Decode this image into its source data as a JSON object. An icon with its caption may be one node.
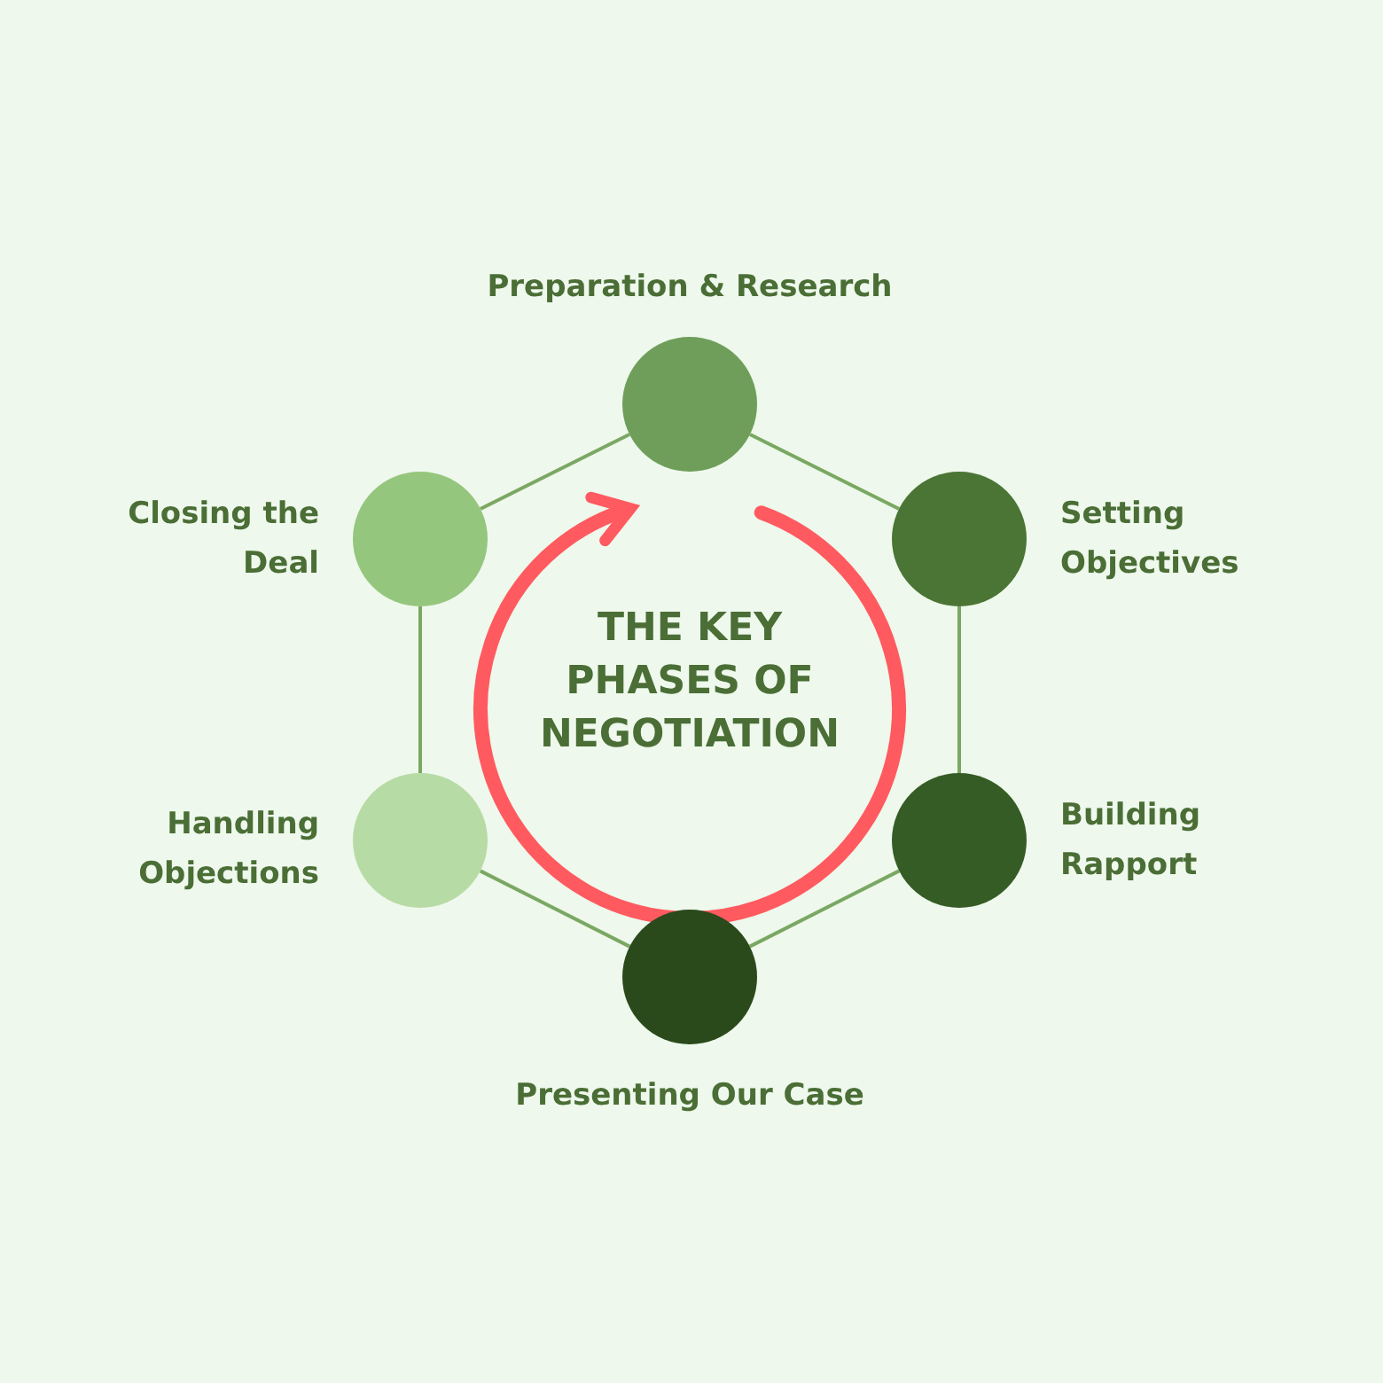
{
  "diagram": {
    "title": "THE KEY PHASES OF NEGOTIATION",
    "nodes": [
      {
        "text": [],
        "shape": "circle",
        "beside": [
          "Preparation & Research"
        ]
      },
      {
        "text": [],
        "shape": "circle",
        "beside": [
          "Setting Objectives"
        ]
      },
      {
        "text": [],
        "shape": "circle",
        "beside": [
          "Building Rapport"
        ]
      },
      {
        "text": [],
        "shape": "circle",
        "beside": [
          "Presenting Our Case"
        ]
      },
      {
        "text": [],
        "shape": "circle",
        "beside": [
          "Handling Objections"
        ]
      },
      {
        "text": [],
        "shape": "circle",
        "beside": [
          "Closing the Deal"
        ]
      }
    ],
    "edges": [
      {
        "from": 0,
        "to": 1,
        "arrow": "none"
      },
      {
        "from": 1,
        "to": 2,
        "arrow": "none"
      },
      {
        "from": 2,
        "to": 3,
        "arrow": "none"
      },
      {
        "from": 3,
        "to": 4,
        "arrow": "none"
      },
      {
        "from": 4,
        "to": 5,
        "arrow": "none"
      },
      {
        "from": 5,
        "to": 0,
        "arrow": "none"
      }
    ]
  }
}
